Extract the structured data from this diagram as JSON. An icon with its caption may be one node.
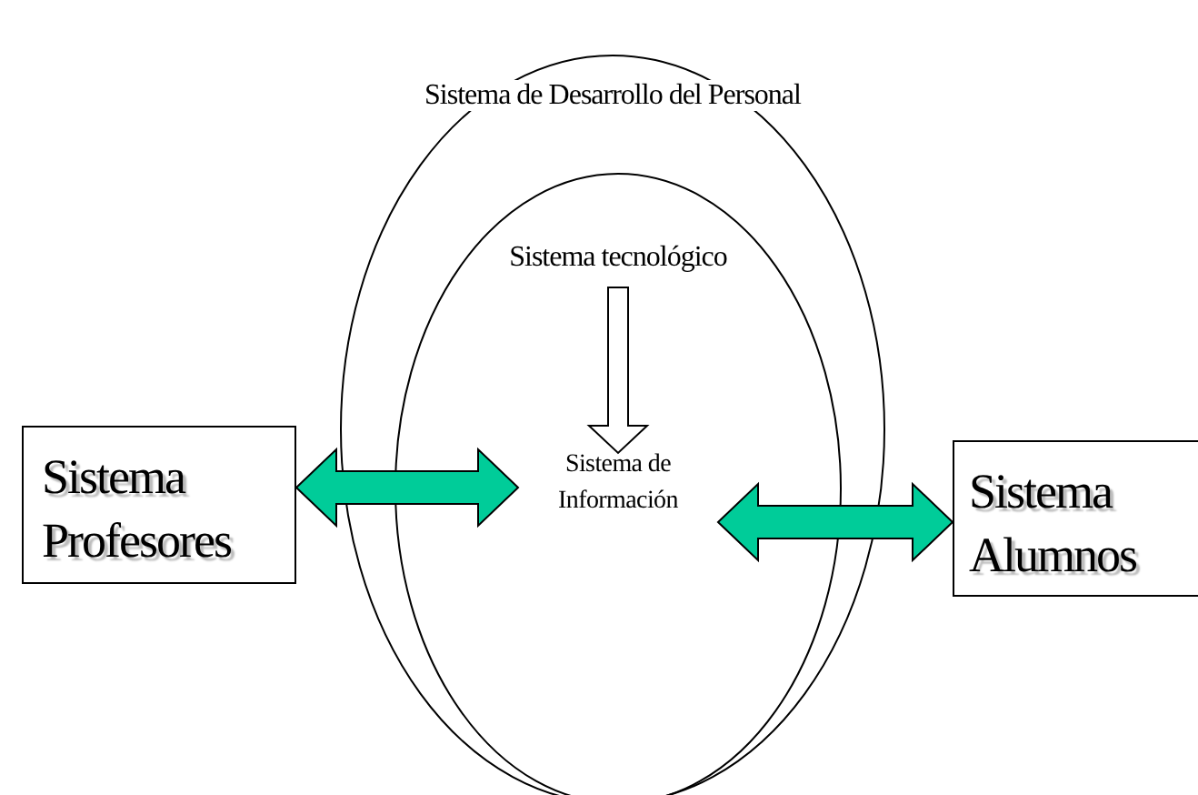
{
  "diagram": {
    "nodes": [
      {
        "text": [
          "Sistema de Desarrollo del Personal"
        ]
      },
      {
        "text": [
          "Sistema tecnológico"
        ],
        "in": 0
      },
      {
        "text": [
          "Sistema de Información"
        ],
        "in": 1
      },
      {
        "text": [
          "Sistema Profesores"
        ]
      },
      {
        "text": [
          "Sistema Alumnos"
        ]
      }
    ],
    "edges": [
      {
        "from": 1,
        "to": 2,
        "arrow": "to"
      },
      {
        "from": 3,
        "to": 2,
        "arrow": "both",
        "style": "thick",
        "color": "#00cc99"
      },
      {
        "from": 2,
        "to": 4,
        "arrow": "both",
        "style": "thick",
        "color": "#00cc99"
      }
    ]
  }
}
